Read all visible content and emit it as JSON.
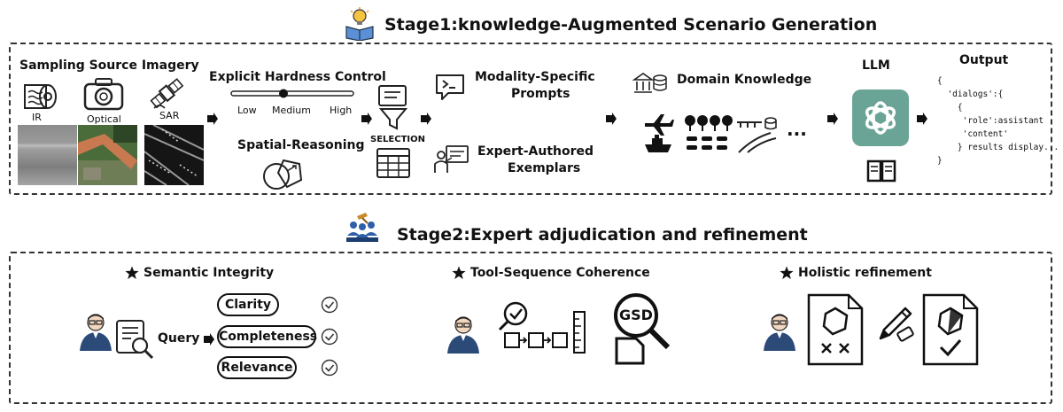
{
  "stage1": {
    "title": "Stage1:knowledge-Augmented Scenario Generation",
    "sampling_title": "Sampling Source Imagery",
    "modalities": [
      "IR",
      "Optical",
      "SAR"
    ],
    "hardness_title": "Explicit Hardness Control",
    "hardness_levels": [
      "Low",
      "Medium",
      "High"
    ],
    "spatial_title": "Spatial-Reasoning",
    "selection_label": "SELECTION",
    "prompts_label": [
      "Modality-Specific",
      "Prompts"
    ],
    "exemplars_label": [
      "Expert-Authored",
      "Exemplars"
    ],
    "domain_title": "Domain Knowledge",
    "ellipsis": "...",
    "llm_title": "LLM",
    "output_title": "Output",
    "output_code": [
      "{",
      "  'dialogs':{",
      "    {",
      "     'role':assistant",
      "     'content'",
      "    } results display...",
      "}"
    ]
  },
  "stage2": {
    "title": "Stage2:Expert adjudication and refinement",
    "semantic_title": "Semantic Integrity",
    "query_label": "Query",
    "criteria": [
      "Clarity",
      "Completeness",
      "Relevance"
    ],
    "tool_title": "Tool-Sequence Coherence",
    "gsd_label": "GSD",
    "holistic_title": "Holistic refinement"
  }
}
